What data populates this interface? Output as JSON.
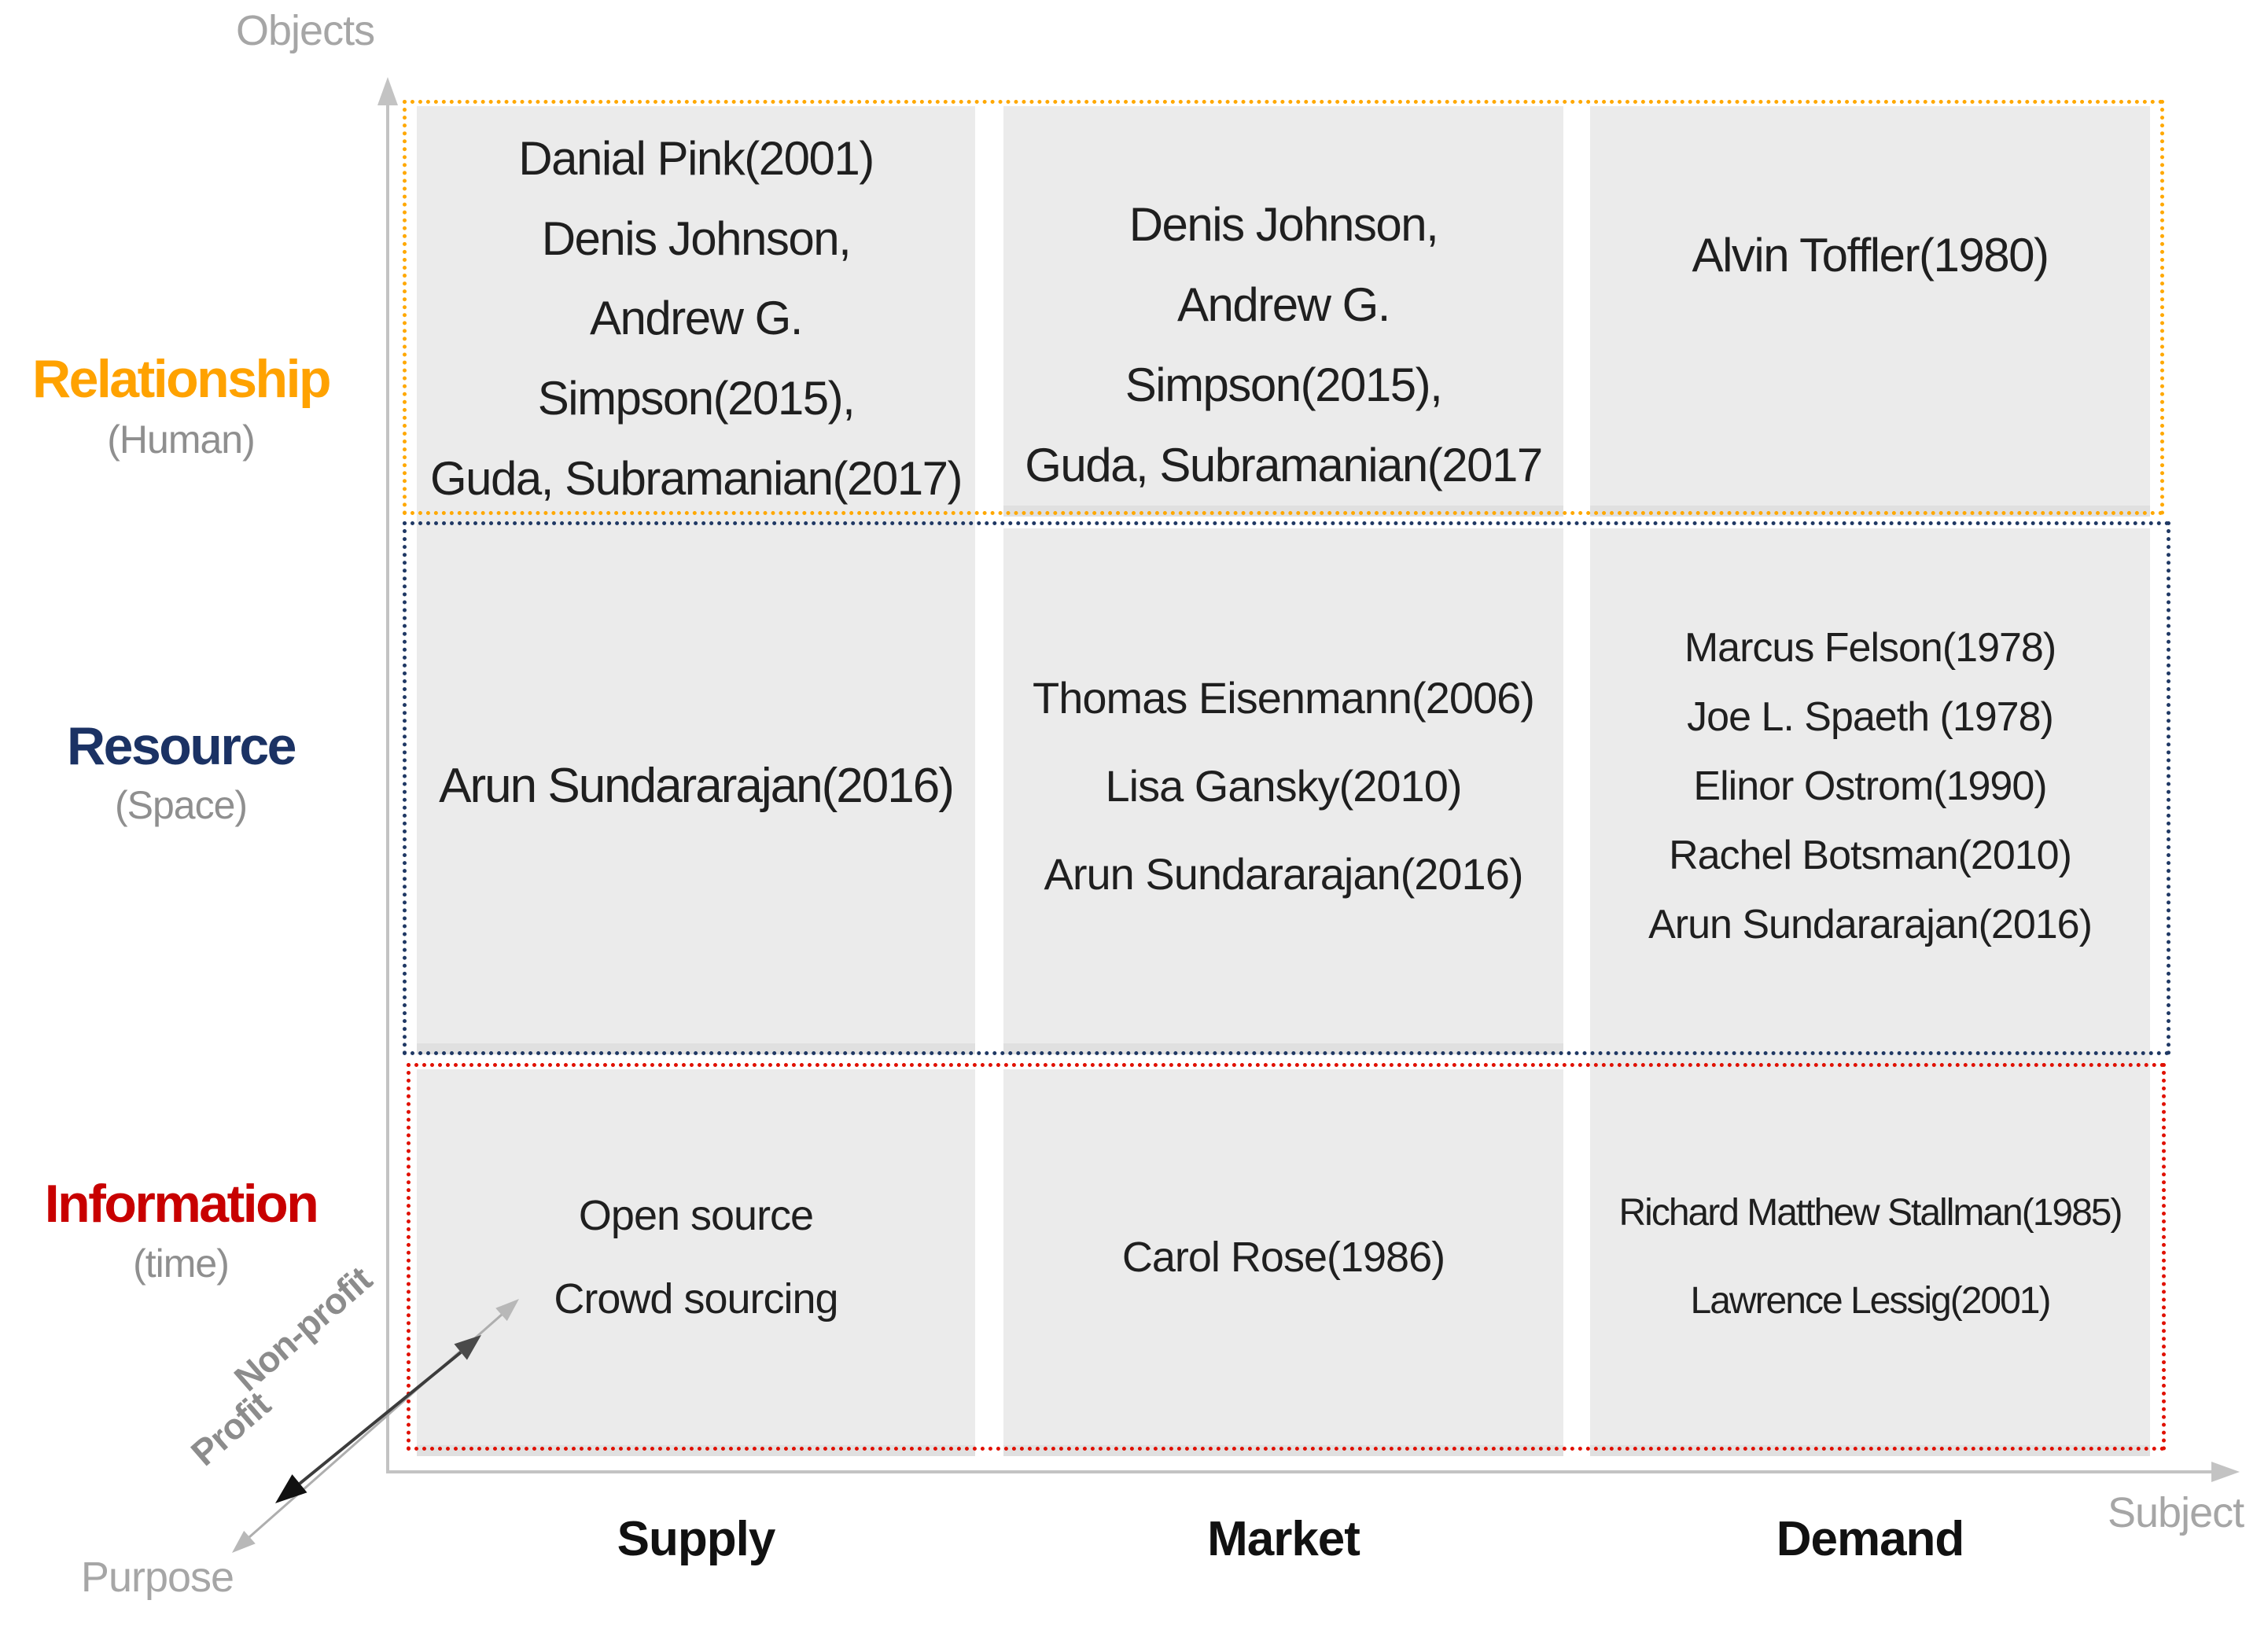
{
  "title": "Sharing economy literature classification matrix",
  "colors": {
    "cell_bg": "#ebebeb",
    "cell_bg_strip": "#e0e0e0",
    "axis_gray": "#c3c3c3",
    "label_gray": "#a6a6a6",
    "relationship_orange": "#ffa200",
    "relationship_border": "#ffa800",
    "resource_navy": "#1b3264",
    "resource_border": "#1f3864",
    "information_red": "#c80000",
    "information_border": "#e01000"
  },
  "y_axis": {
    "label": "Objects"
  },
  "x_axis": {
    "label": "Subject"
  },
  "diagonal_axis": {
    "label": "Purpose",
    "profit_label": "Profit",
    "nonprofit_label": "Non-profit"
  },
  "columns": [
    {
      "label": "Supply"
    },
    {
      "label": "Market"
    },
    {
      "label": "Demand"
    }
  ],
  "rows": [
    {
      "label": "Relationship",
      "sublabel": "(Human)",
      "cells": [
        {
          "lines": [
            "Danial Pink(2001)",
            "Denis Johnson,",
            "Andrew G.",
            "Simpson(2015),",
            "Guda, Subramanian(2017)"
          ]
        },
        {
          "lines": [
            "Denis Johnson,",
            "Andrew G.",
            "Simpson(2015),",
            "Guda, Subramanian(2017"
          ]
        },
        {
          "lines": [
            "Alvin Toffler(1980)"
          ]
        }
      ]
    },
    {
      "label": "Resource",
      "sublabel": "(Space)",
      "cells": [
        {
          "lines": [
            "Arun Sundararajan(2016)"
          ]
        },
        {
          "lines": [
            "Thomas Eisenmann(2006)",
            "Lisa Gansky(2010)",
            "Arun Sundararajan(2016)"
          ]
        },
        {
          "lines": [
            "Marcus Felson(1978)",
            "Joe L. Spaeth (1978)",
            "Elinor Ostrom(1990)",
            "Rachel Botsman(2010)",
            "Arun Sundararajan(2016)"
          ]
        }
      ]
    },
    {
      "label": "Information",
      "sublabel": "(time)",
      "cells": [
        {
          "lines": [
            "Open source",
            "Crowd sourcing"
          ]
        },
        {
          "lines": [
            "Carol Rose(1986)"
          ]
        },
        {
          "lines": [
            "Richard Matthew Stallman(1985)",
            "Lawrence Lessig(2001)"
          ]
        }
      ]
    }
  ]
}
